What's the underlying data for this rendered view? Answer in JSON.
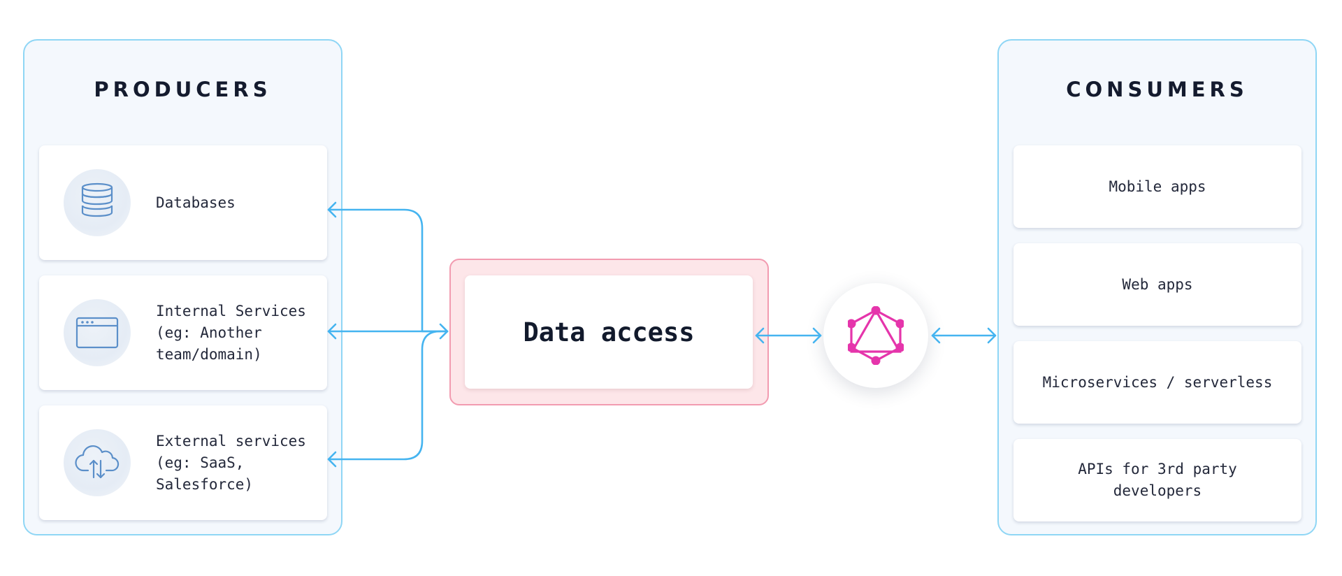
{
  "producers": {
    "title": "PRODUCERS",
    "items": [
      {
        "label": "Databases",
        "icon": "database-icon"
      },
      {
        "label": "Internal Services\n(eg: Another\nteam/domain)",
        "icon": "browser-window-icon"
      },
      {
        "label": "External services\n(eg: SaaS,\nSalesforce)",
        "icon": "cloud-upload-download-icon"
      }
    ]
  },
  "center": {
    "label": "Data access"
  },
  "graphql": {
    "icon": "graphql-icon"
  },
  "consumers": {
    "title": "CONSUMERS",
    "items": [
      {
        "label": "Mobile apps"
      },
      {
        "label": "Web apps"
      },
      {
        "label": "Microservices / serverless"
      },
      {
        "label": "APIs for 3rd party\ndevelopers"
      }
    ]
  },
  "colors": {
    "panel_border": "#8fd6f5",
    "panel_fill": "#f4f8fd",
    "arrow": "#45b4f0",
    "center_fill": "#fde6e9",
    "center_border": "#f29bb0",
    "graphql": "#e535ab",
    "icon_stroke": "#5b8fc9"
  }
}
